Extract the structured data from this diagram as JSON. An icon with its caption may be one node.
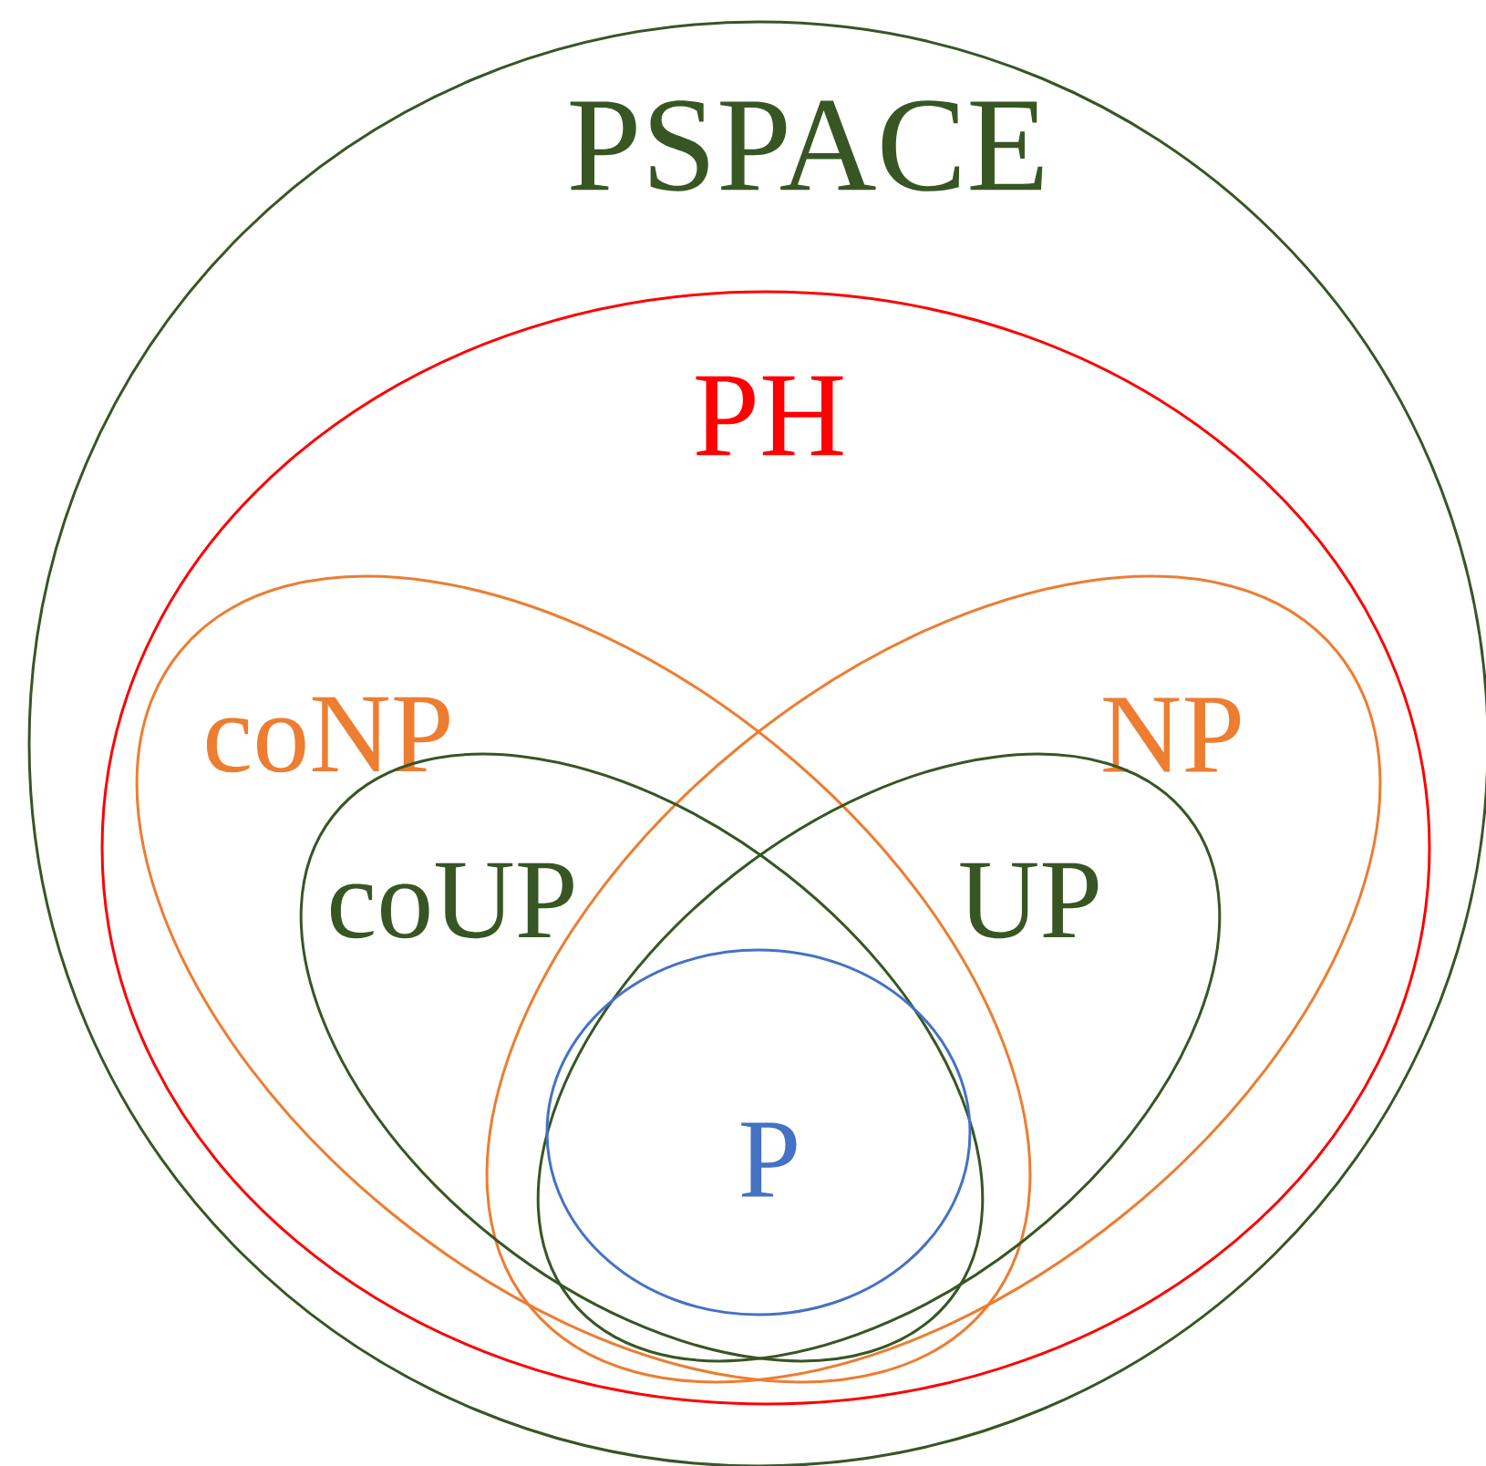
{
  "diagram": {
    "nodes": [
      {
        "text": [
          "PSPACE"
        ]
      },
      {
        "text": [
          "PH"
        ],
        "in": 0
      },
      {
        "text": [
          "coNP"
        ],
        "in": 1
      },
      {
        "text": [
          "NP"
        ],
        "in": 1
      },
      {
        "text": [
          "coUP"
        ],
        "in": 2
      },
      {
        "text": [
          "UP"
        ],
        "in": 3
      },
      {
        "text": [
          "P"
        ]
      }
    ]
  }
}
